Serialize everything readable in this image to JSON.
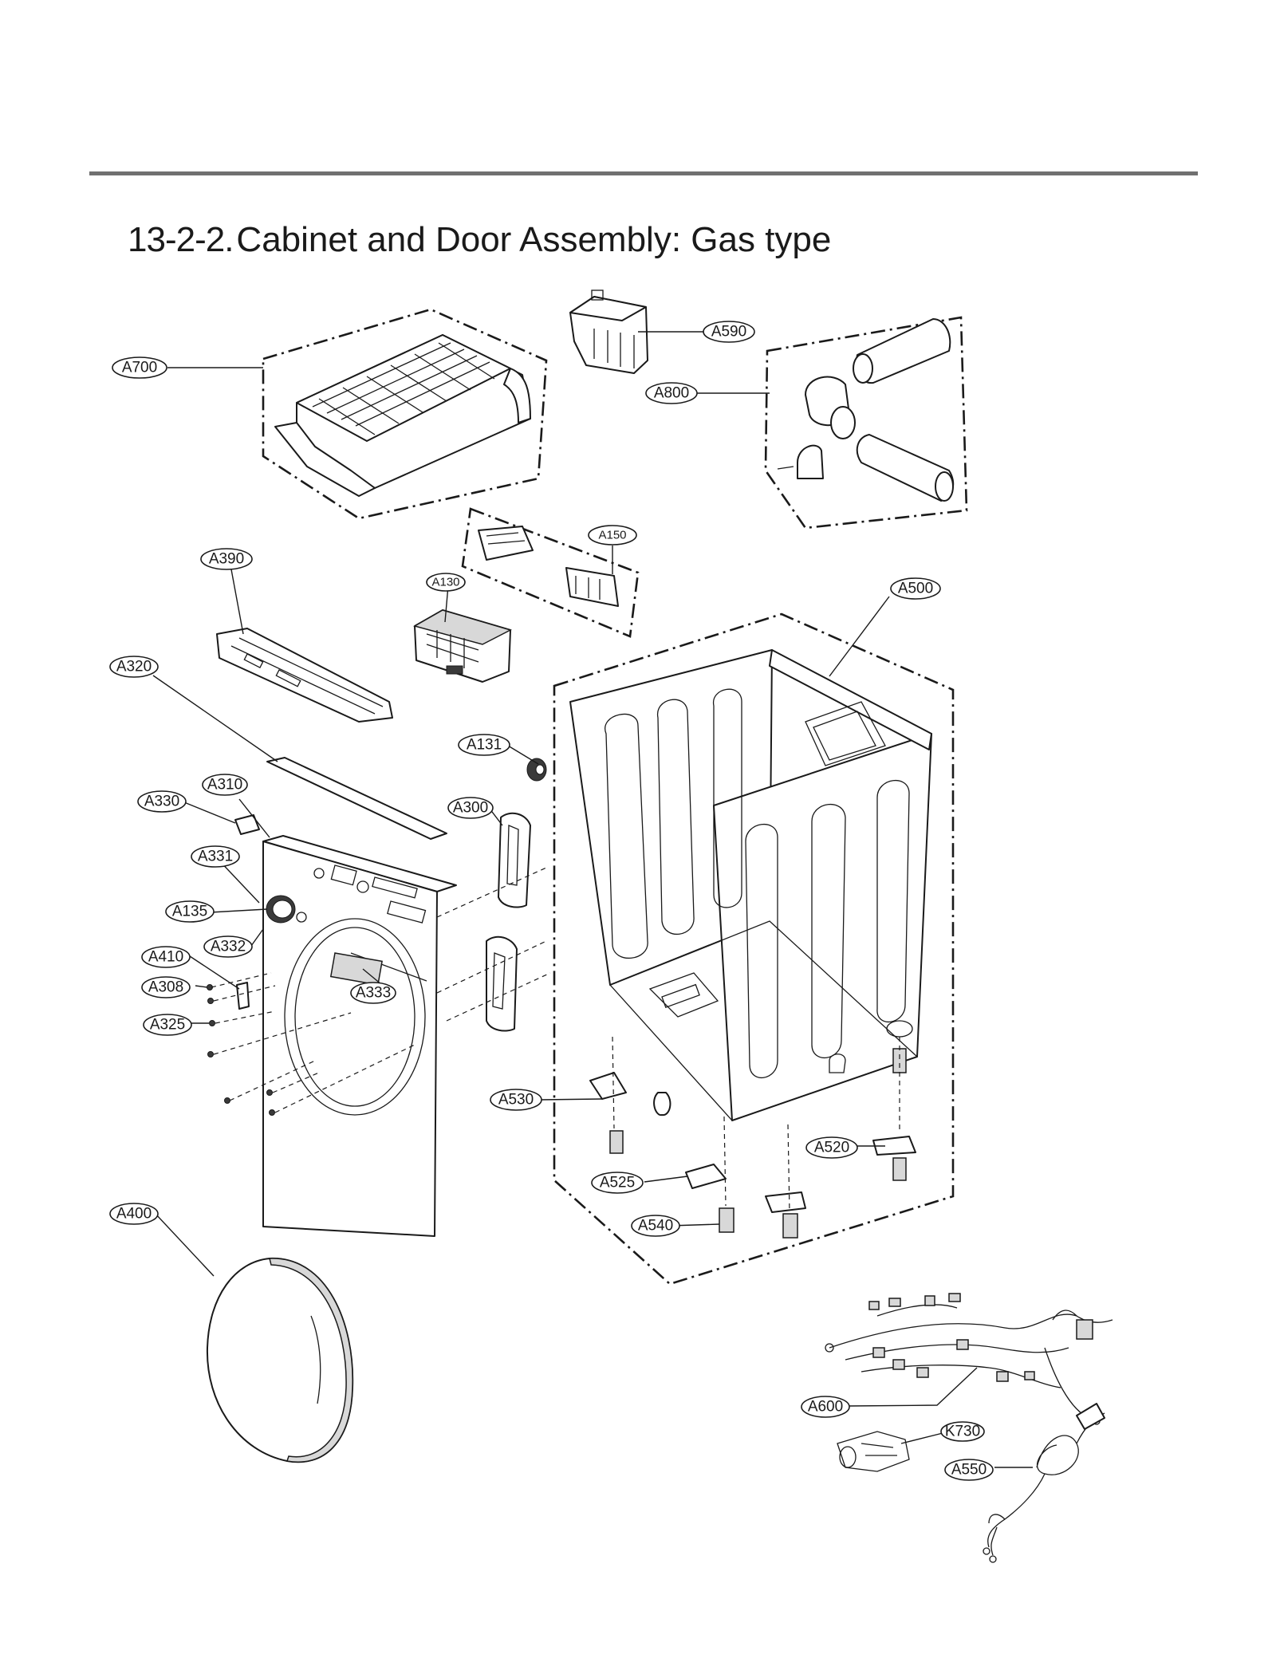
{
  "header": {
    "section_number": "13-2-2.",
    "title": "Cabinet and Door Assembly: Gas type"
  },
  "callouts": {
    "A700": "A700",
    "A590": "A590",
    "A800": "A800",
    "A150": "A150",
    "A390": "A390",
    "A130": "A130",
    "A500": "A500",
    "A320": "A320",
    "A131": "A131",
    "A310": "A310",
    "A330": "A330",
    "A300": "A300",
    "A331": "A331",
    "A135": "A135",
    "A332": "A332",
    "A410": "A410",
    "A308": "A308",
    "A333": "A333",
    "A325": "A325",
    "A530": "A530",
    "A520": "A520",
    "A525": "A525",
    "A540": "A540",
    "A400": "A400",
    "A600": "A600",
    "K730": "K730",
    "A550": "A550"
  }
}
